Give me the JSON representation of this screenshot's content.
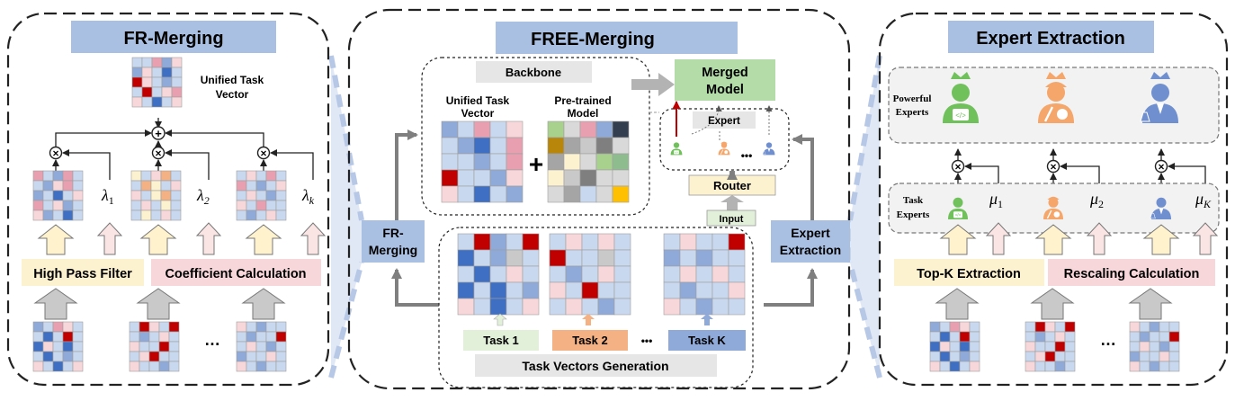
{
  "fr_panel": {
    "title": "FR-Merging",
    "unified_label_1": "Unified Task",
    "unified_label_2": "Vector",
    "lambda_1_sym": "λ",
    "lambda_1_sub": "1",
    "lambda_2_sym": "λ",
    "lambda_2_sub": "2",
    "lambda_k_sym": "λ",
    "lambda_k_sub": "k",
    "high_pass_label": "High Pass Filter",
    "coef_label": "Coefficient Calculation",
    "ellipsis": "…",
    "times_symbol": "×",
    "plus_symbol": "+"
  },
  "free_panel": {
    "title": "FREE-Merging",
    "backbone_label": "Backbone",
    "unified_label_1": "Unified Task",
    "unified_label_2": "Vector",
    "pretrained_label_1": "Pre-trained",
    "pretrained_label_2": "Model",
    "plus": "+",
    "merged_label_1": "Merged",
    "merged_label_2": "Model",
    "expert_label": "Expert",
    "expert_dots": "•••",
    "router_label": "Router",
    "input_label": "Input",
    "fr_side_1": "FR-",
    "fr_side_2": "Merging",
    "ee_side_1": "Expert",
    "ee_side_2": "Extraction",
    "task1": "Task 1",
    "task2": "Task 2",
    "taskk": "Task K",
    "task_dots": "•••",
    "tvg_label": "Task Vectors Generation"
  },
  "ee_panel": {
    "title": "Expert Extraction",
    "powerful_1": "Powerful",
    "powerful_2": "Experts",
    "task_1": "Task",
    "task_2": "Experts",
    "mu_1_sym": "μ",
    "mu_1_sub": "1",
    "mu_2_sym": "μ",
    "mu_2_sub": "2",
    "mu_k_sym": "μ",
    "mu_k_sub": "K",
    "topk_label": "Top-K Extraction",
    "rescale_label": "Rescaling Calculation",
    "ellipsis": "…",
    "times_symbol": "×"
  },
  "colors": {
    "title_bg": "#a9c0e2",
    "light_blue": "#c8d8ee",
    "mid_blue": "#8fa9d8",
    "dark_blue": "#3e6fc2",
    "red": "#c00000",
    "pink": "#e8a0b0",
    "light_pink": "#f8d7da",
    "cream": "#fdf2d0",
    "orange": "#f4b183",
    "green": "#a9d18e",
    "green_bg": "#a6d69a",
    "gray_arrow": "#a6a6a6",
    "gray_label_bg": "#e6e6e6",
    "arrow_yellow": "#fff2cc",
    "arrow_pink": "#fbe4e4",
    "expert_green": "#70c15c",
    "expert_orange": "#f4a66b",
    "expert_blue": "#6f8fcf"
  }
}
